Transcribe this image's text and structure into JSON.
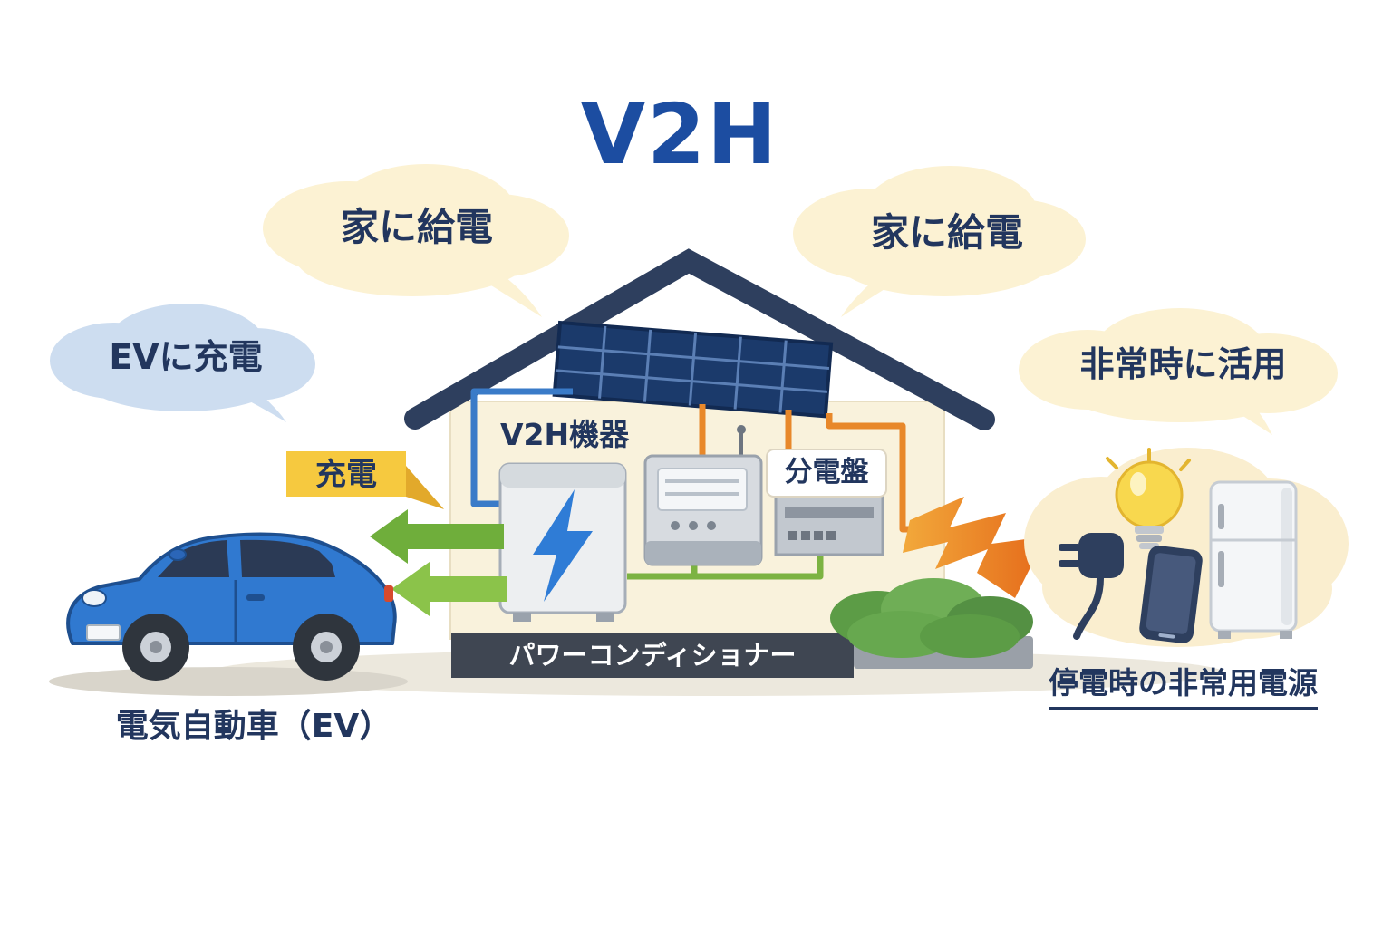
{
  "title": "V2H",
  "bubbles": {
    "supply_home_left": "家に給電",
    "supply_home_right": "家に給電",
    "charge_ev": "EVに充電",
    "emergency_use": "非常時に活用"
  },
  "house": {
    "v2h_unit_label": "V2H機器",
    "distribution_board_label": "分電盤",
    "power_conditioner_label": "パワーコンディショナー"
  },
  "labels": {
    "charging": "充電",
    "ev_car": "電気自動車（EV）",
    "emergency_power": "停電時の非常用電源"
  },
  "icons": {
    "v2h_device": "lightning-bolt-icon",
    "flow_to_ev": "green-arrow-left-icon",
    "flow_to_home": "orange-lightning-arrow-icon",
    "emergency_items": [
      "power-plug-icon",
      "light-bulb-icon",
      "smartphone-icon",
      "refrigerator-icon"
    ],
    "roof": "solar-panel-icon",
    "vehicle": "ev-car-icon"
  },
  "colors": {
    "title_navy": "#1c4da1",
    "text_navy": "#22365e",
    "bubble_cream": "#fcf2d3",
    "bubble_blue": "#cdddf0",
    "ribbon_yellow": "#f6c93f",
    "arrow_green_dark": "#6fae3b",
    "arrow_green_light": "#8bc34a",
    "wire_blue": "#3a7bc8",
    "wire_orange": "#e8882a",
    "bolt_orange_start": "#f2a93b",
    "bolt_orange_end": "#e56a1a",
    "car_blue": "#3079d0",
    "roof_navy": "#2e3f5e",
    "wall_cream": "#f9f2dc",
    "banner_dark": "#3f4652",
    "solar_blue": "#1b3a6b"
  }
}
